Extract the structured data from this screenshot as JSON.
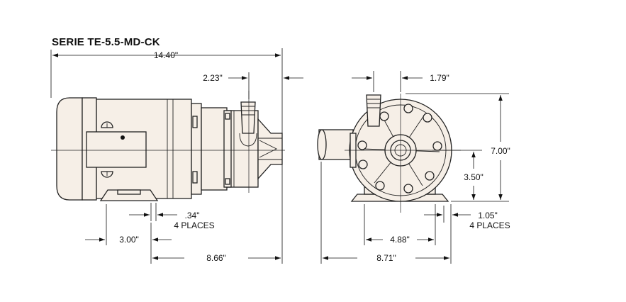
{
  "title": "SERIE TE-5.5-MD-CK",
  "dimensions": {
    "overall_length": "14.40\"",
    "discharge_offset_side": "2.23\"",
    "discharge_offset_front": "1.79\"",
    "overall_height": "7.00\"",
    "shaft_height": "3.50\"",
    "slot_width": ".34\"",
    "slot_places": "4 PLACES",
    "base_rear": "3.00\"",
    "base_front": "8.66\"",
    "base_width_inner": "4.88\"",
    "base_width_outer": "8.71\"",
    "foot_length": "1.05\"",
    "foot_places": "4 PLACES"
  },
  "colors": {
    "body": "#f6efe7",
    "line": "#222222"
  }
}
